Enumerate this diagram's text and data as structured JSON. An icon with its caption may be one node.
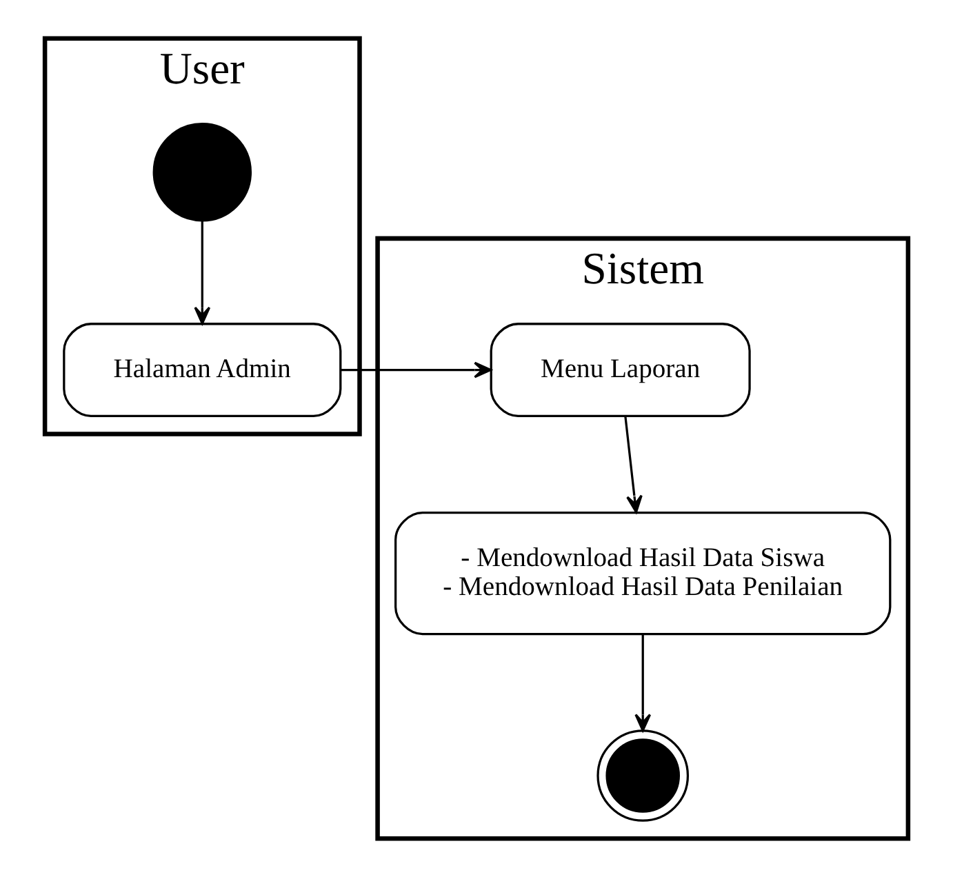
{
  "diagram": {
    "nodes": [
      {
        "text": [
          "User"
        ]
      },
      {
        "text": [
          "Sistem"
        ]
      },
      {
        "text": [],
        "shape": "circle",
        "in": 0
      },
      {
        "text": [
          "Halaman Admin"
        ],
        "in": 0
      },
      {
        "text": [
          "Menu Laporan"
        ],
        "in": 1
      },
      {
        "text": [
          "- Mendownload Hasil Data Siswa",
          "- Mendownload Hasil Data Penilaian"
        ],
        "in": 1
      },
      {
        "text": [],
        "shape": "bullseye",
        "in": 1
      }
    ],
    "edges": [
      {
        "from": 2,
        "to": 3,
        "arrow": "to"
      },
      {
        "from": 3,
        "to": 4,
        "arrow": "to"
      },
      {
        "from": 4,
        "to": 5,
        "arrow": "to"
      },
      {
        "from": 5,
        "to": 6,
        "arrow": "to"
      }
    ]
  }
}
